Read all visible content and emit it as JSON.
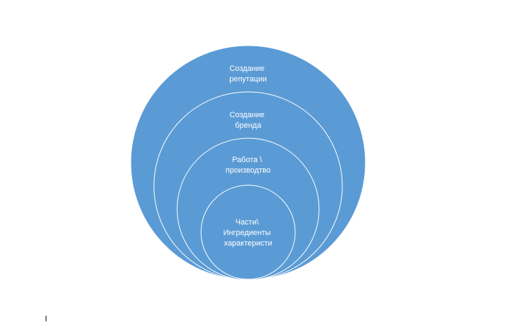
{
  "diagram": {
    "type": "nested-circles",
    "colors": {
      "fill": "#5b9bd5",
      "stroke": "#ffffff",
      "text": "#ffffff",
      "background": "#ffffff"
    },
    "levels": [
      {
        "lines": [
          "Создание",
          "репутации"
        ]
      },
      {
        "lines": [
          "Создание",
          "бренда"
        ]
      },
      {
        "lines": [
          "Работа \\",
          "производтво"
        ]
      },
      {
        "lines": [
          "Части\\",
          "Ингредиенты",
          "характеристи"
        ]
      }
    ]
  }
}
